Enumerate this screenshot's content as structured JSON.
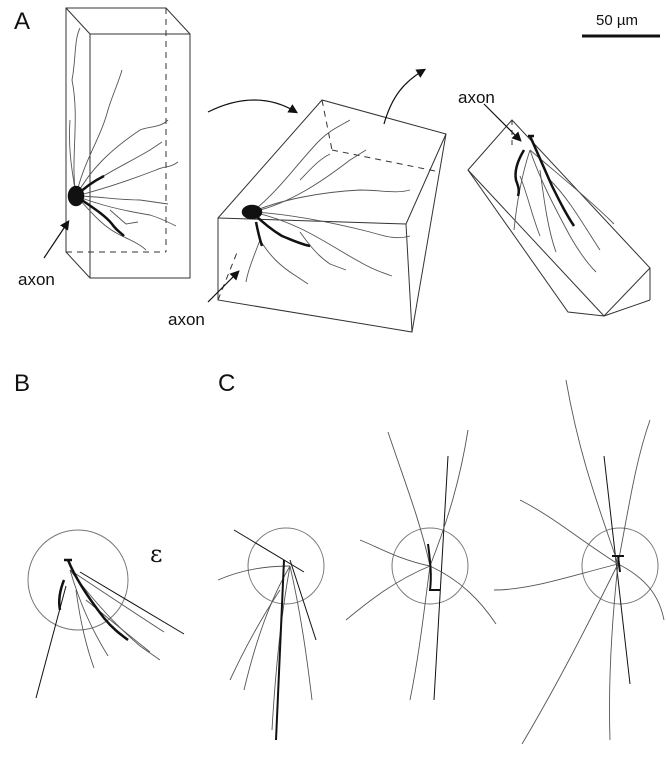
{
  "panels": {
    "a": {
      "letter": "A",
      "axon_labels": [
        "axon",
        "axon",
        "axon"
      ]
    },
    "b": {
      "letter": "B",
      "symbol": "ε"
    },
    "c": {
      "letter": "C"
    }
  },
  "scale_bar": {
    "label": "50 µm"
  },
  "colors": {
    "ink": "#111111",
    "dendrite": "#555555",
    "box": "#333333",
    "circle": "#777777"
  }
}
